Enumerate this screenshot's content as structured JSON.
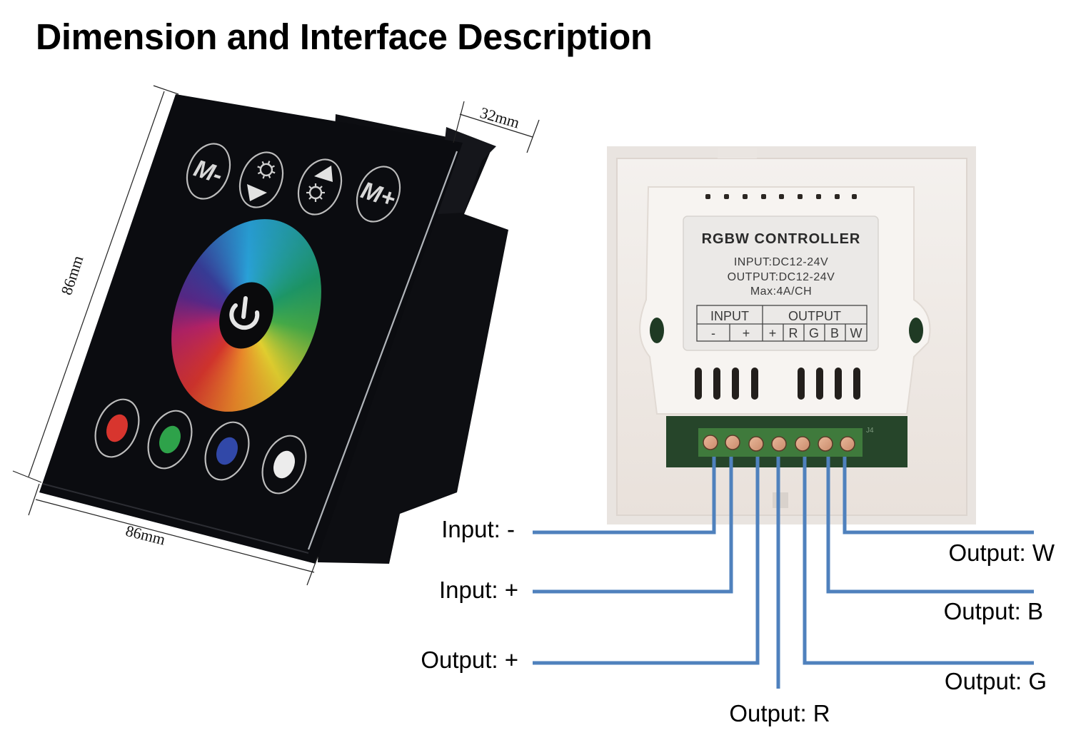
{
  "title": "Dimension and Interface Description",
  "dimensions": {
    "height": "86mm",
    "width": "86mm",
    "depth": "32mm"
  },
  "front_panel": {
    "top_buttons": [
      {
        "name": "mode-minus",
        "label": "M-"
      },
      {
        "name": "brightness-down",
        "label": ""
      },
      {
        "name": "brightness-up",
        "label": ""
      },
      {
        "name": "mode-plus",
        "label": "M+"
      }
    ],
    "color_wheel": {
      "center": "power"
    },
    "color_buttons": [
      {
        "name": "red",
        "color": "#d8352e"
      },
      {
        "name": "green",
        "color": "#2ea24a"
      },
      {
        "name": "blue",
        "color": "#3148a8"
      },
      {
        "name": "white",
        "color": "#ececec"
      }
    ]
  },
  "back_label": {
    "title": "RGBW CONTROLLER",
    "lines": [
      "INPUT:DC12-24V",
      "OUTPUT:DC12-24V",
      "Max:4A/CH"
    ],
    "table": {
      "groups": [
        "INPUT",
        "OUTPUT"
      ],
      "cells": [
        "-",
        "+",
        "+",
        "R",
        "G",
        "B",
        "W"
      ]
    },
    "pcb_marking": "J4"
  },
  "terminals": [
    {
      "label": "Input: -",
      "side": "left"
    },
    {
      "label": "Input: +",
      "side": "left"
    },
    {
      "label": "Output: +",
      "side": "left"
    },
    {
      "label": "Output: R",
      "side": "bottom"
    },
    {
      "label": "Output: G",
      "side": "right"
    },
    {
      "label": "Output: B",
      "side": "right"
    },
    {
      "label": "Output: W",
      "side": "right"
    }
  ],
  "colors": {
    "wire": "#4f81bd",
    "panel": "#0b0c10",
    "housing": "#f1ece8",
    "terminal_block": "#3f7a3c"
  }
}
